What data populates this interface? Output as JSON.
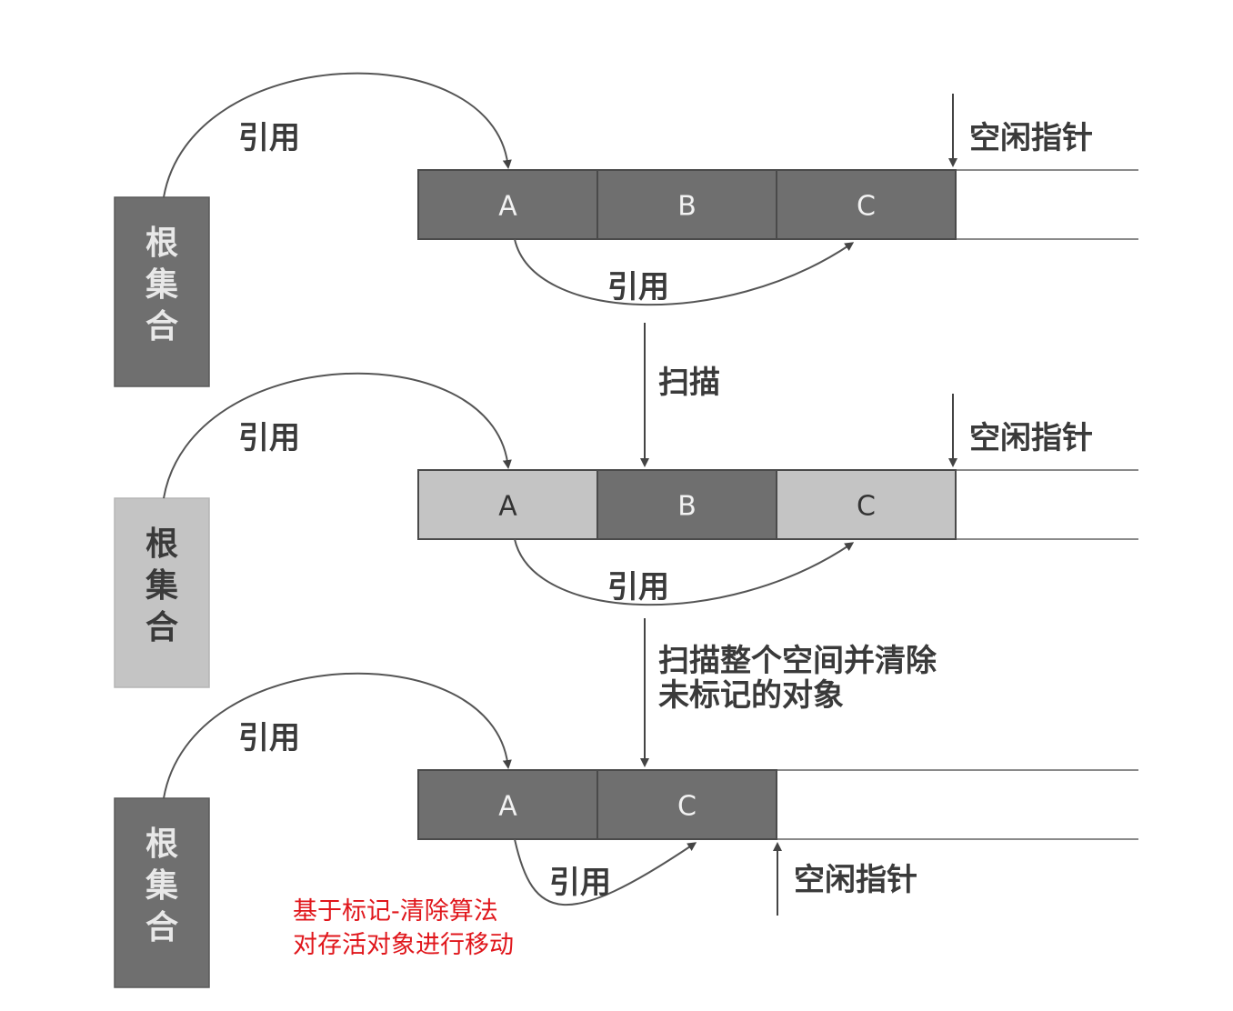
{
  "colors": {
    "dark_block": "#6f6f6f",
    "light_block": "#c4c4c4",
    "border": "#4a4a4a",
    "line": "#555555",
    "white_text": "#f2f2f2",
    "dark_text": "#333333",
    "caption": "#e0161b"
  },
  "stages": [
    {
      "root": {
        "chars": [
          "根",
          "集",
          "合"
        ],
        "shade": "dark"
      },
      "root_ref_label": "引用",
      "cells": [
        {
          "label": "A",
          "shade": "dark"
        },
        {
          "label": "B",
          "shade": "dark"
        },
        {
          "label": "C",
          "shade": "dark"
        }
      ],
      "inner_ref_label": "引用",
      "free_pointer_label": "空闲指针"
    },
    {
      "root": {
        "chars": [
          "根",
          "集",
          "合"
        ],
        "shade": "light"
      },
      "root_ref_label": "引用",
      "cells": [
        {
          "label": "A",
          "shade": "light"
        },
        {
          "label": "B",
          "shade": "dark"
        },
        {
          "label": "C",
          "shade": "light"
        }
      ],
      "inner_ref_label": "引用",
      "free_pointer_label": "空闲指针"
    },
    {
      "root": {
        "chars": [
          "根",
          "集",
          "合"
        ],
        "shade": "dark"
      },
      "root_ref_label": "引用",
      "cells": [
        {
          "label": "A",
          "shade": "dark"
        },
        {
          "label": "C",
          "shade": "dark"
        }
      ],
      "inner_ref_label": "引用",
      "free_pointer_label": "空闲指针"
    }
  ],
  "transitions": [
    {
      "lines": [
        "扫描"
      ]
    },
    {
      "lines": [
        "扫描整个空间并清除",
        "未标记的对象"
      ]
    }
  ],
  "caption": {
    "line1": "基于标记-清除算法",
    "line2": "对存活对象进行移动"
  }
}
